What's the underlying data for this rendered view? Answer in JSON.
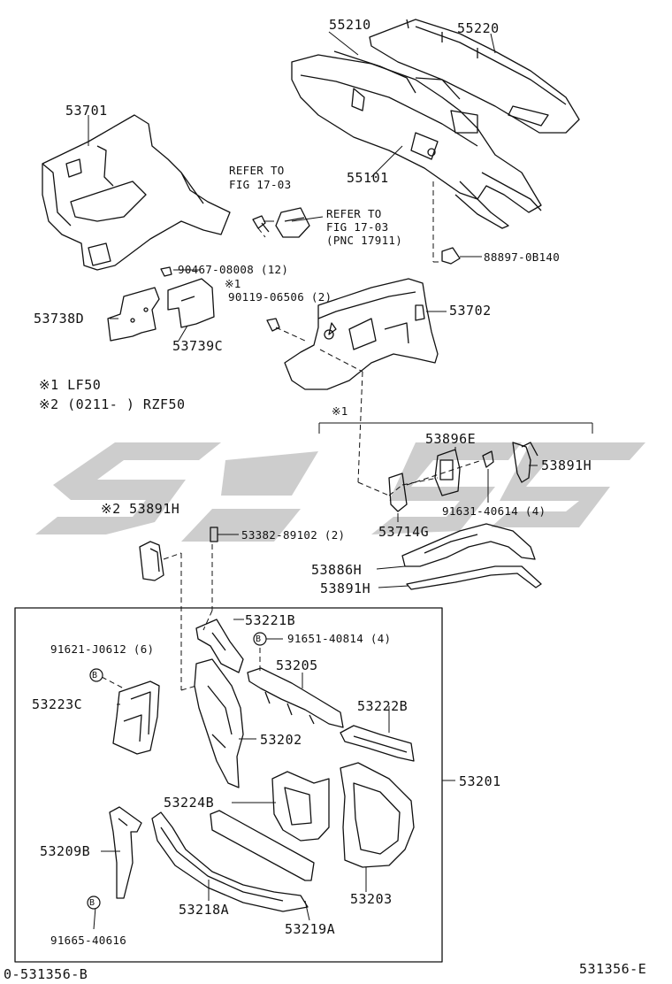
{
  "diagram": {
    "part_labels": {
      "p55210": "55210",
      "p55220": "55220",
      "p53701": "53701",
      "p55101": "55101",
      "p88897": "88897-0B140",
      "p90467": "90467-08008 (12)",
      "p90119_mark": "※1",
      "p90119": "90119-06506 (2)",
      "p53738D": "53738D",
      "p53739C": "53739C",
      "p53702": "53702",
      "p53896E": "53896E",
      "p53891H_a": "53891H",
      "p91631": "91631-40614 (4)",
      "p53714G": "53714G",
      "p53891H_b": "※2 53891H",
      "p53382": "53382-89102 (2)",
      "p53886H": "53886H",
      "p53891H_c": "53891H",
      "p53221B": "53221B",
      "p91651": "91651-40814 (4)",
      "p91621": "91621-J0612 (6)",
      "p53205": "53205",
      "p53223C": "53223C",
      "p53222B": "53222B",
      "p53202": "53202",
      "p53201": "53201",
      "p53224B": "53224B",
      "p53209B": "53209B",
      "p53203": "53203",
      "p53218A": "53218A",
      "p53219A": "53219A",
      "p91665": "91665-40616",
      "group_mark": "※1"
    },
    "refer_notes": {
      "refer1_line1": "REFER TO",
      "refer1_line2": "FIG 17-03",
      "refer2_line1": "REFER TO",
      "refer2_line2": "FIG 17-03",
      "refer2_line3": "(PNC 17911)"
    },
    "legend": {
      "note1": "※1  LF50",
      "note2": "※2 (0211-      ) RZF50"
    },
    "bolt_marker": "B",
    "footer": {
      "left_code": "0-531356-B",
      "right_code": "531356-E"
    },
    "colors": {
      "line": "#111111",
      "watermark": "#c8c8c8"
    }
  }
}
